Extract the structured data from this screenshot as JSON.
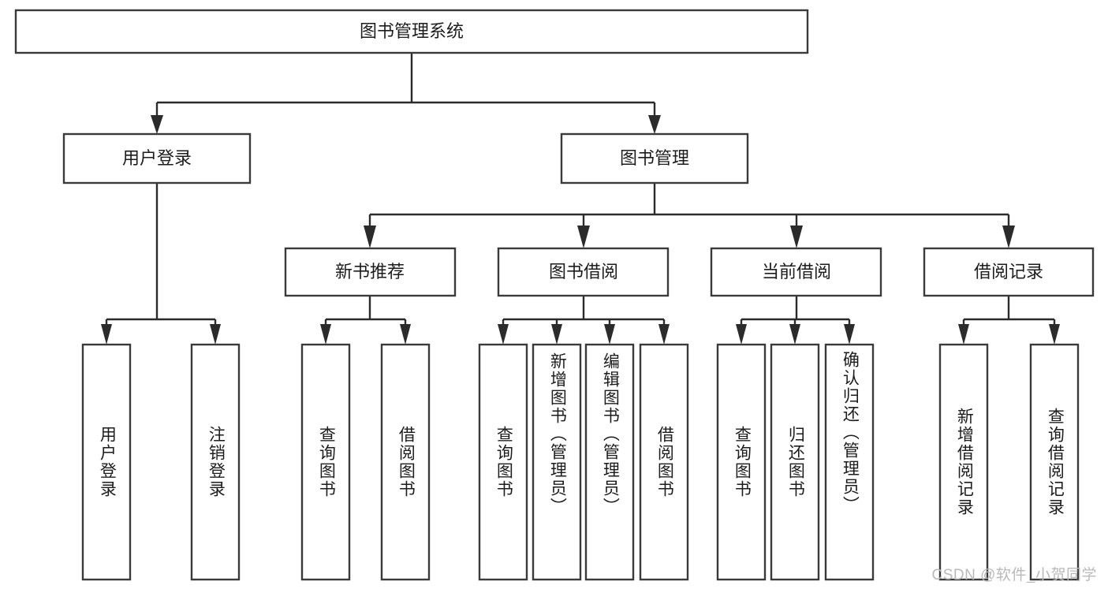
{
  "diagram": {
    "type": "tree-hierarchy-chart",
    "title": "图书管理系统",
    "root": {
      "id": "root",
      "label": "图书管理系统",
      "orientation": "horizontal"
    },
    "level2": [
      {
        "id": "user-login",
        "label": "用户登录",
        "orientation": "horizontal"
      },
      {
        "id": "book-manage",
        "label": "图书管理",
        "orientation": "horizontal"
      }
    ],
    "level3": [
      {
        "id": "new-book-recommend",
        "label": "新书推荐",
        "orientation": "horizontal",
        "parent": "book-manage"
      },
      {
        "id": "book-borrow",
        "label": "图书借阅",
        "orientation": "horizontal",
        "parent": "book-manage"
      },
      {
        "id": "current-borrow",
        "label": "当前借阅",
        "orientation": "horizontal",
        "parent": "book-manage"
      },
      {
        "id": "borrow-record",
        "label": "借阅记录",
        "orientation": "horizontal",
        "parent": "book-manage"
      }
    ],
    "leaves": [
      {
        "id": "leaf-user-login",
        "label": "用户登录",
        "parent": "user-login",
        "orientation": "vertical"
      },
      {
        "id": "leaf-logout-login",
        "label": "注销登录",
        "parent": "user-login",
        "orientation": "vertical"
      },
      {
        "id": "leaf-query-book-rec",
        "label": "查询图书",
        "parent": "new-book-recommend",
        "orientation": "vertical"
      },
      {
        "id": "leaf-borrow-book-rec",
        "label": "借阅图书",
        "parent": "new-book-recommend",
        "orientation": "vertical"
      },
      {
        "id": "leaf-query-book-borrow",
        "label": "查询图书",
        "parent": "book-borrow",
        "orientation": "vertical"
      },
      {
        "id": "leaf-add-book",
        "label": "新增图书（管理员）",
        "parent": "book-borrow",
        "orientation": "vertical"
      },
      {
        "id": "leaf-edit-book",
        "label": "编辑图书（管理员）",
        "parent": "book-borrow",
        "orientation": "vertical"
      },
      {
        "id": "leaf-borrow-book",
        "label": "借阅图书",
        "parent": "book-borrow",
        "orientation": "vertical"
      },
      {
        "id": "leaf-query-book-cur",
        "label": "查询图书",
        "parent": "current-borrow",
        "orientation": "vertical"
      },
      {
        "id": "leaf-return-book",
        "label": "归还图书",
        "parent": "current-borrow",
        "orientation": "vertical"
      },
      {
        "id": "leaf-confirm-return",
        "label": "确认归还（管理员）",
        "parent": "current-borrow",
        "orientation": "vertical"
      },
      {
        "id": "leaf-add-record",
        "label": "新增借阅记录",
        "parent": "borrow-record",
        "orientation": "vertical"
      },
      {
        "id": "leaf-query-record",
        "label": "查询借阅记录",
        "parent": "borrow-record",
        "orientation": "vertical"
      }
    ],
    "colors": {
      "box_stroke": "#3a3a3a",
      "box_fill": "#ffffff",
      "connector": "#2b2b2b",
      "text": "#1c1c1c",
      "watermark": "#b9b9b9",
      "background": "#ffffff"
    }
  },
  "watermark": {
    "text": "CSDN @软件_小贺同学"
  }
}
